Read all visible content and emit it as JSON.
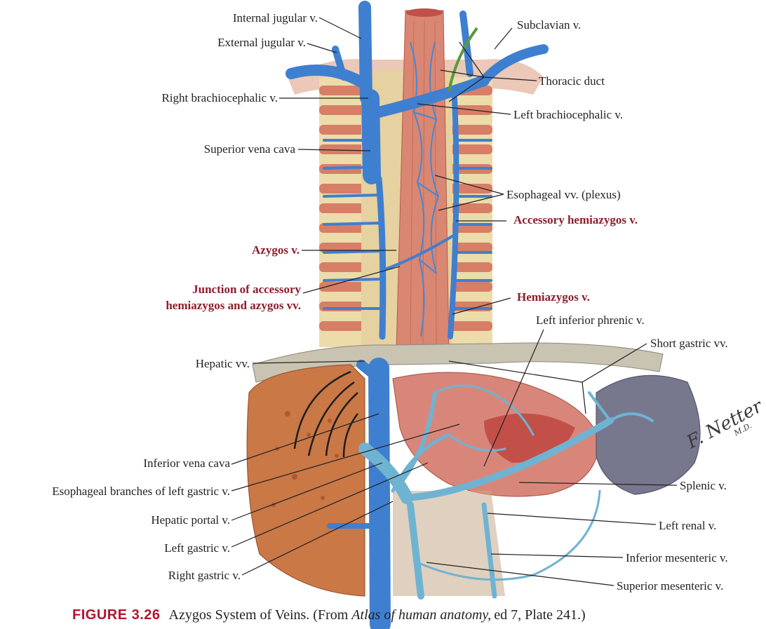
{
  "labels": {
    "internal_jugular": "Internal jugular v.",
    "external_jugular": "External jugular v.",
    "right_brachiocephalic": "Right brachiocephalic v.",
    "superior_vena_cava": "Superior vena cava",
    "azygos": "Azygos v.",
    "junction_line1": "Junction of accessory",
    "junction_line2": "hemiazygos and azygos vv.",
    "hepatic_vv": "Hepatic vv.",
    "inferior_vena_cava": "Inferior vena cava",
    "esophageal_branches": "Esophageal branches of left gastric v.",
    "hepatic_portal": "Hepatic portal v.",
    "left_gastric": "Left gastric v.",
    "right_gastric": "Right gastric v.",
    "subclavian": "Subclavian v.",
    "thoracic_duct": "Thoracic duct",
    "left_brachiocephalic": "Left brachiocephalic v.",
    "esophageal_plexus": "Esophageal vv. (plexus)",
    "accessory_hemiazygos": "Accessory hemiazygos v.",
    "hemiazygos": "Hemiazygos v.",
    "left_inferior_phrenic": "Left inferior phrenic v.",
    "short_gastric": "Short gastric vv.",
    "splenic": "Splenic v.",
    "left_renal": "Left renal v.",
    "inferior_mesenteric": "Inferior mesenteric v.",
    "superior_mesenteric": "Superior mesenteric v."
  },
  "signature": {
    "name": "F. Netter",
    "suffix": "M.D."
  },
  "caption": {
    "number": "FIGURE 3.26",
    "text_before": "Azygos System of Veins.  (From ",
    "book_title": "Atlas of human anatomy,",
    "text_after": " ed 7, Plate 241.)"
  },
  "colors": {
    "vein": "#4a86d0",
    "portal_vein": "#6fb3d2",
    "muscle": "#d98672",
    "vertebra": "#ecdcaa",
    "liver": "#c97846",
    "spleen": "#77788e",
    "diaphragm": "#c9c3b2",
    "emphasis_text": "#8b1e2c",
    "caption_number": "#b5142e"
  }
}
